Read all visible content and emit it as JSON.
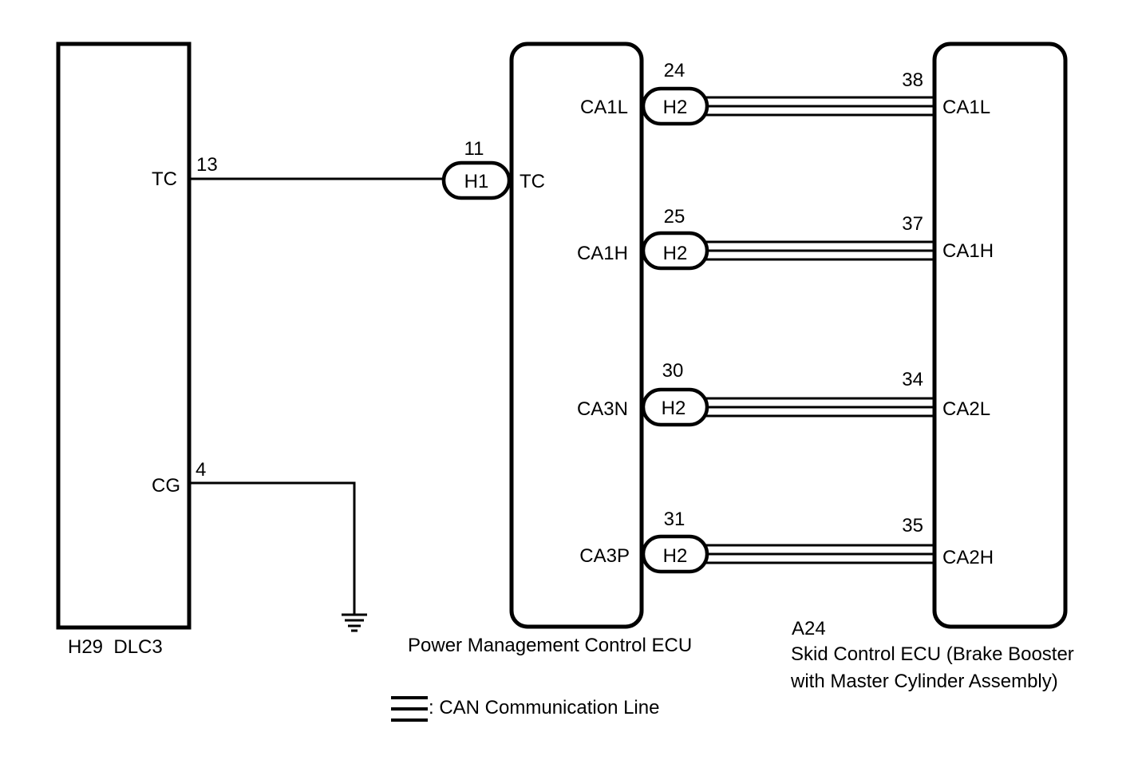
{
  "components": {
    "dlc3": {
      "name": "H29  DLC3",
      "terminals": {
        "tc": {
          "label": "TC",
          "pin": "13"
        },
        "cg": {
          "label": "CG",
          "pin": "4"
        }
      }
    },
    "pm_ecu": {
      "name": "Power Management Control ECU",
      "tc": {
        "label": "TC",
        "connector": "H1",
        "pin": "11"
      },
      "terminals": [
        {
          "label": "CA1L",
          "connector": "H2",
          "pin": "24"
        },
        {
          "label": "CA1H",
          "connector": "H2",
          "pin": "25"
        },
        {
          "label": "CA3N",
          "connector": "H2",
          "pin": "30"
        },
        {
          "label": "CA3P",
          "connector": "H2",
          "pin": "31"
        }
      ]
    },
    "skid_ecu": {
      "code": "A24",
      "name_line1": "Skid Control ECU (Brake Booster",
      "name_line2": "with Master Cylinder Assembly)",
      "terminals": [
        {
          "label": "CA1L",
          "pin": "38"
        },
        {
          "label": "CA1H",
          "pin": "37"
        },
        {
          "label": "CA2L",
          "pin": "34"
        },
        {
          "label": "CA2H",
          "pin": "35"
        }
      ]
    }
  },
  "legend": {
    "text": ": CAN Communication Line"
  }
}
